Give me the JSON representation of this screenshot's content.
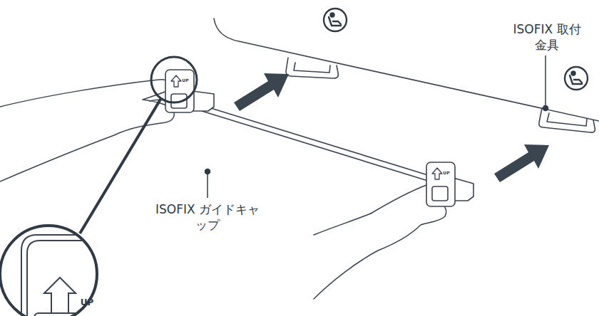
{
  "diagram": {
    "labels": [
      "ISOFIX 取付金具",
      "ISOFIX ガイドキャップ",
      "UP",
      "UP",
      "UP"
    ]
  }
}
